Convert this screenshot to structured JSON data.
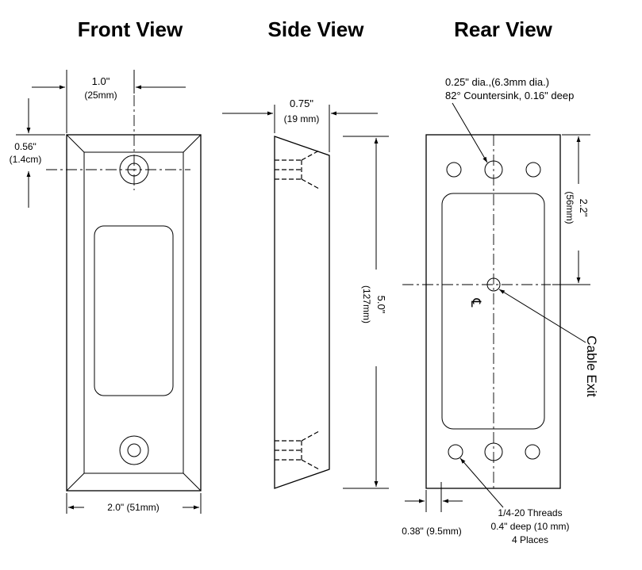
{
  "titles": {
    "front": "Front View",
    "side": "Side View",
    "rear": "Rear View"
  },
  "front": {
    "width_top_in": "1.0\"",
    "width_top_mm": "(25mm)",
    "offset_in": "0.56\"",
    "offset_mm": "(1.4cm)",
    "width_bottom": "2.0\" (51mm)"
  },
  "side": {
    "depth_in": "0.75\"",
    "depth_mm": "(19 mm)",
    "height_in": "5.0\"",
    "height_mm": "(127mm)"
  },
  "rear": {
    "hole_line1": "0.25\" dia.,(6.3mm dia.)",
    "hole_line2": "82°  Countersink, 0.16\" deep",
    "spacing_in": "2.2\"",
    "spacing_mm": "(56mm)",
    "centerline_symbol": "℄",
    "cable_exit": "Cable Exit",
    "edge_dim": "0.38\" (9.5mm)",
    "thread_line1": "1/4-20 Threads",
    "thread_line2": "0.4\" deep (10 mm)",
    "thread_line3": "4 Places"
  }
}
